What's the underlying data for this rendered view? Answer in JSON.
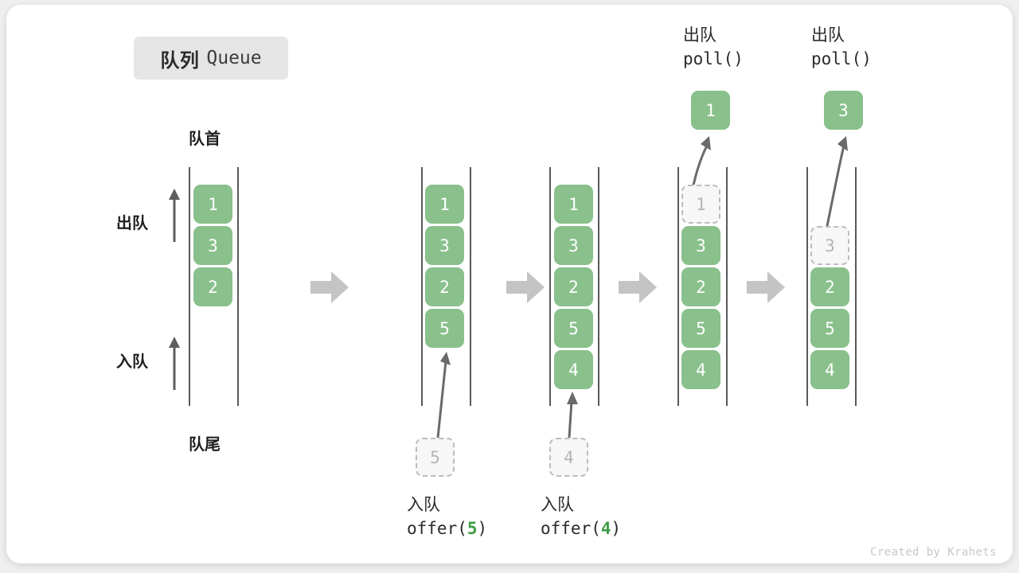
{
  "title": {
    "cn": "队列",
    "en": "Queue"
  },
  "labels": {
    "head": "队首",
    "tail": "队尾",
    "dequeue": "出队",
    "enqueue": "入队"
  },
  "colors": {
    "element": "#89c08b",
    "element_text": "#ffffff",
    "ghost_fill": "#f7f7f7",
    "ghost_border": "#bcbcbc",
    "ghost_text": "#b4b4b4",
    "rail": "#595959",
    "flow_arrow": "#c4c4c4",
    "accent_number": "#3f9c46",
    "badge_bg": "#e5e5e5",
    "canvas": "#ffffff",
    "page_bg": "#efefef"
  },
  "columns": [
    {
      "name": "initial-queue",
      "cells": [
        {
          "value": "1",
          "state": "filled"
        },
        {
          "value": "3",
          "state": "filled"
        },
        {
          "value": "2",
          "state": "filled"
        }
      ]
    },
    {
      "name": "after-offer-5",
      "cells": [
        {
          "value": "1",
          "state": "filled"
        },
        {
          "value": "3",
          "state": "filled"
        },
        {
          "value": "2",
          "state": "filled"
        },
        {
          "value": "5",
          "state": "filled"
        }
      ],
      "incoming": {
        "value": "5",
        "state": "ghost"
      },
      "operation": {
        "cn": "入队",
        "code_prefix": "offer(",
        "code_num": "5",
        "code_suffix": ")"
      }
    },
    {
      "name": "after-offer-4",
      "cells": [
        {
          "value": "1",
          "state": "filled"
        },
        {
          "value": "3",
          "state": "filled"
        },
        {
          "value": "2",
          "state": "filled"
        },
        {
          "value": "5",
          "state": "filled"
        },
        {
          "value": "4",
          "state": "filled"
        }
      ],
      "incoming": {
        "value": "4",
        "state": "ghost"
      },
      "operation": {
        "cn": "入队",
        "code_prefix": "offer(",
        "code_num": "4",
        "code_suffix": ")"
      }
    },
    {
      "name": "after-poll-1",
      "cells": [
        {
          "value": "1",
          "state": "ghost"
        },
        {
          "value": "3",
          "state": "filled"
        },
        {
          "value": "2",
          "state": "filled"
        },
        {
          "value": "5",
          "state": "filled"
        },
        {
          "value": "4",
          "state": "filled"
        }
      ],
      "outgoing": {
        "value": "1",
        "state": "filled"
      },
      "operation": {
        "cn": "出队",
        "code": "poll()"
      }
    },
    {
      "name": "after-poll-3",
      "cells": [
        {
          "value": "3",
          "state": "ghost"
        },
        {
          "value": "2",
          "state": "filled"
        },
        {
          "value": "5",
          "state": "filled"
        },
        {
          "value": "4",
          "state": "filled"
        }
      ],
      "outgoing": {
        "value": "3",
        "state": "filled"
      },
      "operation": {
        "cn": "出队",
        "code": "poll()"
      }
    }
  ],
  "watermark": "Created by Krahets"
}
